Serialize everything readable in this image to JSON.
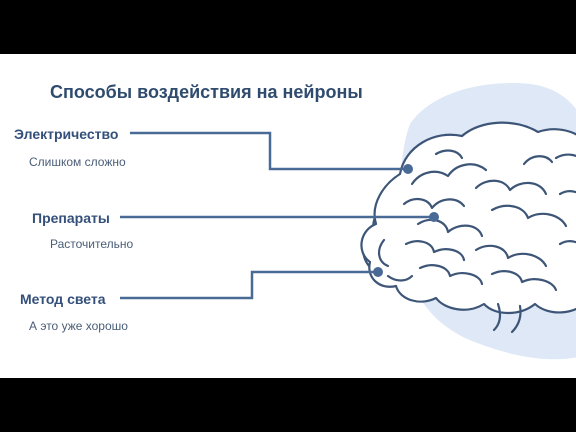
{
  "slide": {
    "title": "Способы воздействия на нейроны",
    "methods": [
      {
        "label": "Электричество",
        "note": "Слишком сложно"
      },
      {
        "label": "Препараты",
        "note": "Расточительно"
      },
      {
        "label": "Метод света",
        "note": "А это уже хорошо"
      }
    ]
  },
  "colors": {
    "background_band": "#000000",
    "title": "#2f4b6e",
    "line": "#4a6a96",
    "brain_outline": "#3d5577",
    "blob": "#dfe8f6"
  },
  "icons": {
    "main": "brain-illustration"
  }
}
